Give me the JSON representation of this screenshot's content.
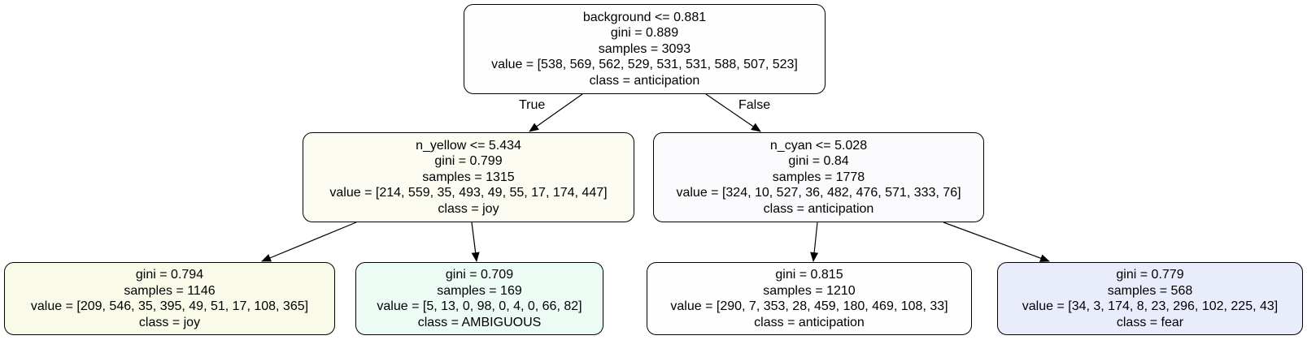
{
  "tree": {
    "root": {
      "condition": "background <= 0.881",
      "gini": "gini = 0.889",
      "samples": "samples = 3093",
      "value": "value = [538, 569, 562, 529, 531, 531, 588, 507, 523]",
      "class": "class = anticipation",
      "fill": "#fefefe"
    },
    "left": {
      "condition": "n_yellow <= 5.434",
      "gini": "gini = 0.799",
      "samples": "samples = 1315",
      "value": "value = [214, 559, 35, 493, 49, 55, 17, 174, 447]",
      "class": "class = joy",
      "fill": "#fcfcf2"
    },
    "right": {
      "condition": "n_cyan <= 5.028",
      "gini": "gini = 0.84",
      "samples": "samples = 1778",
      "value": "value = [324, 10, 527, 36, 482, 476, 571, 333, 76]",
      "class": "class = anticipation",
      "fill": "#fbfbfe"
    },
    "left_left": {
      "gini": "gini = 0.794",
      "samples": "samples = 1146",
      "value": "value = [209, 546, 35, 395, 49, 51, 17, 108, 365]",
      "class": "class = joy",
      "fill": "#fafae9"
    },
    "left_right": {
      "gini": "gini = 0.709",
      "samples": "samples = 169",
      "value": "value = [5, 13, 0, 98, 0, 4, 0, 66, 82]",
      "class": "class = AMBIGUOUS",
      "fill": "#ecfbf4"
    },
    "right_left": {
      "gini": "gini = 0.815",
      "samples": "samples = 1210",
      "value": "value = [290, 7, 353, 28, 459, 180, 469, 108, 33]",
      "class": "class = anticipation",
      "fill": "#fefefe"
    },
    "right_right": {
      "gini": "gini = 0.779",
      "samples": "samples = 568",
      "value": "value = [34, 3, 174, 8, 23, 296, 102, 225, 43]",
      "class": "class = fear",
      "fill": "#e9ecfb"
    }
  },
  "edge_labels": {
    "true_label": "True",
    "false_label": "False"
  }
}
